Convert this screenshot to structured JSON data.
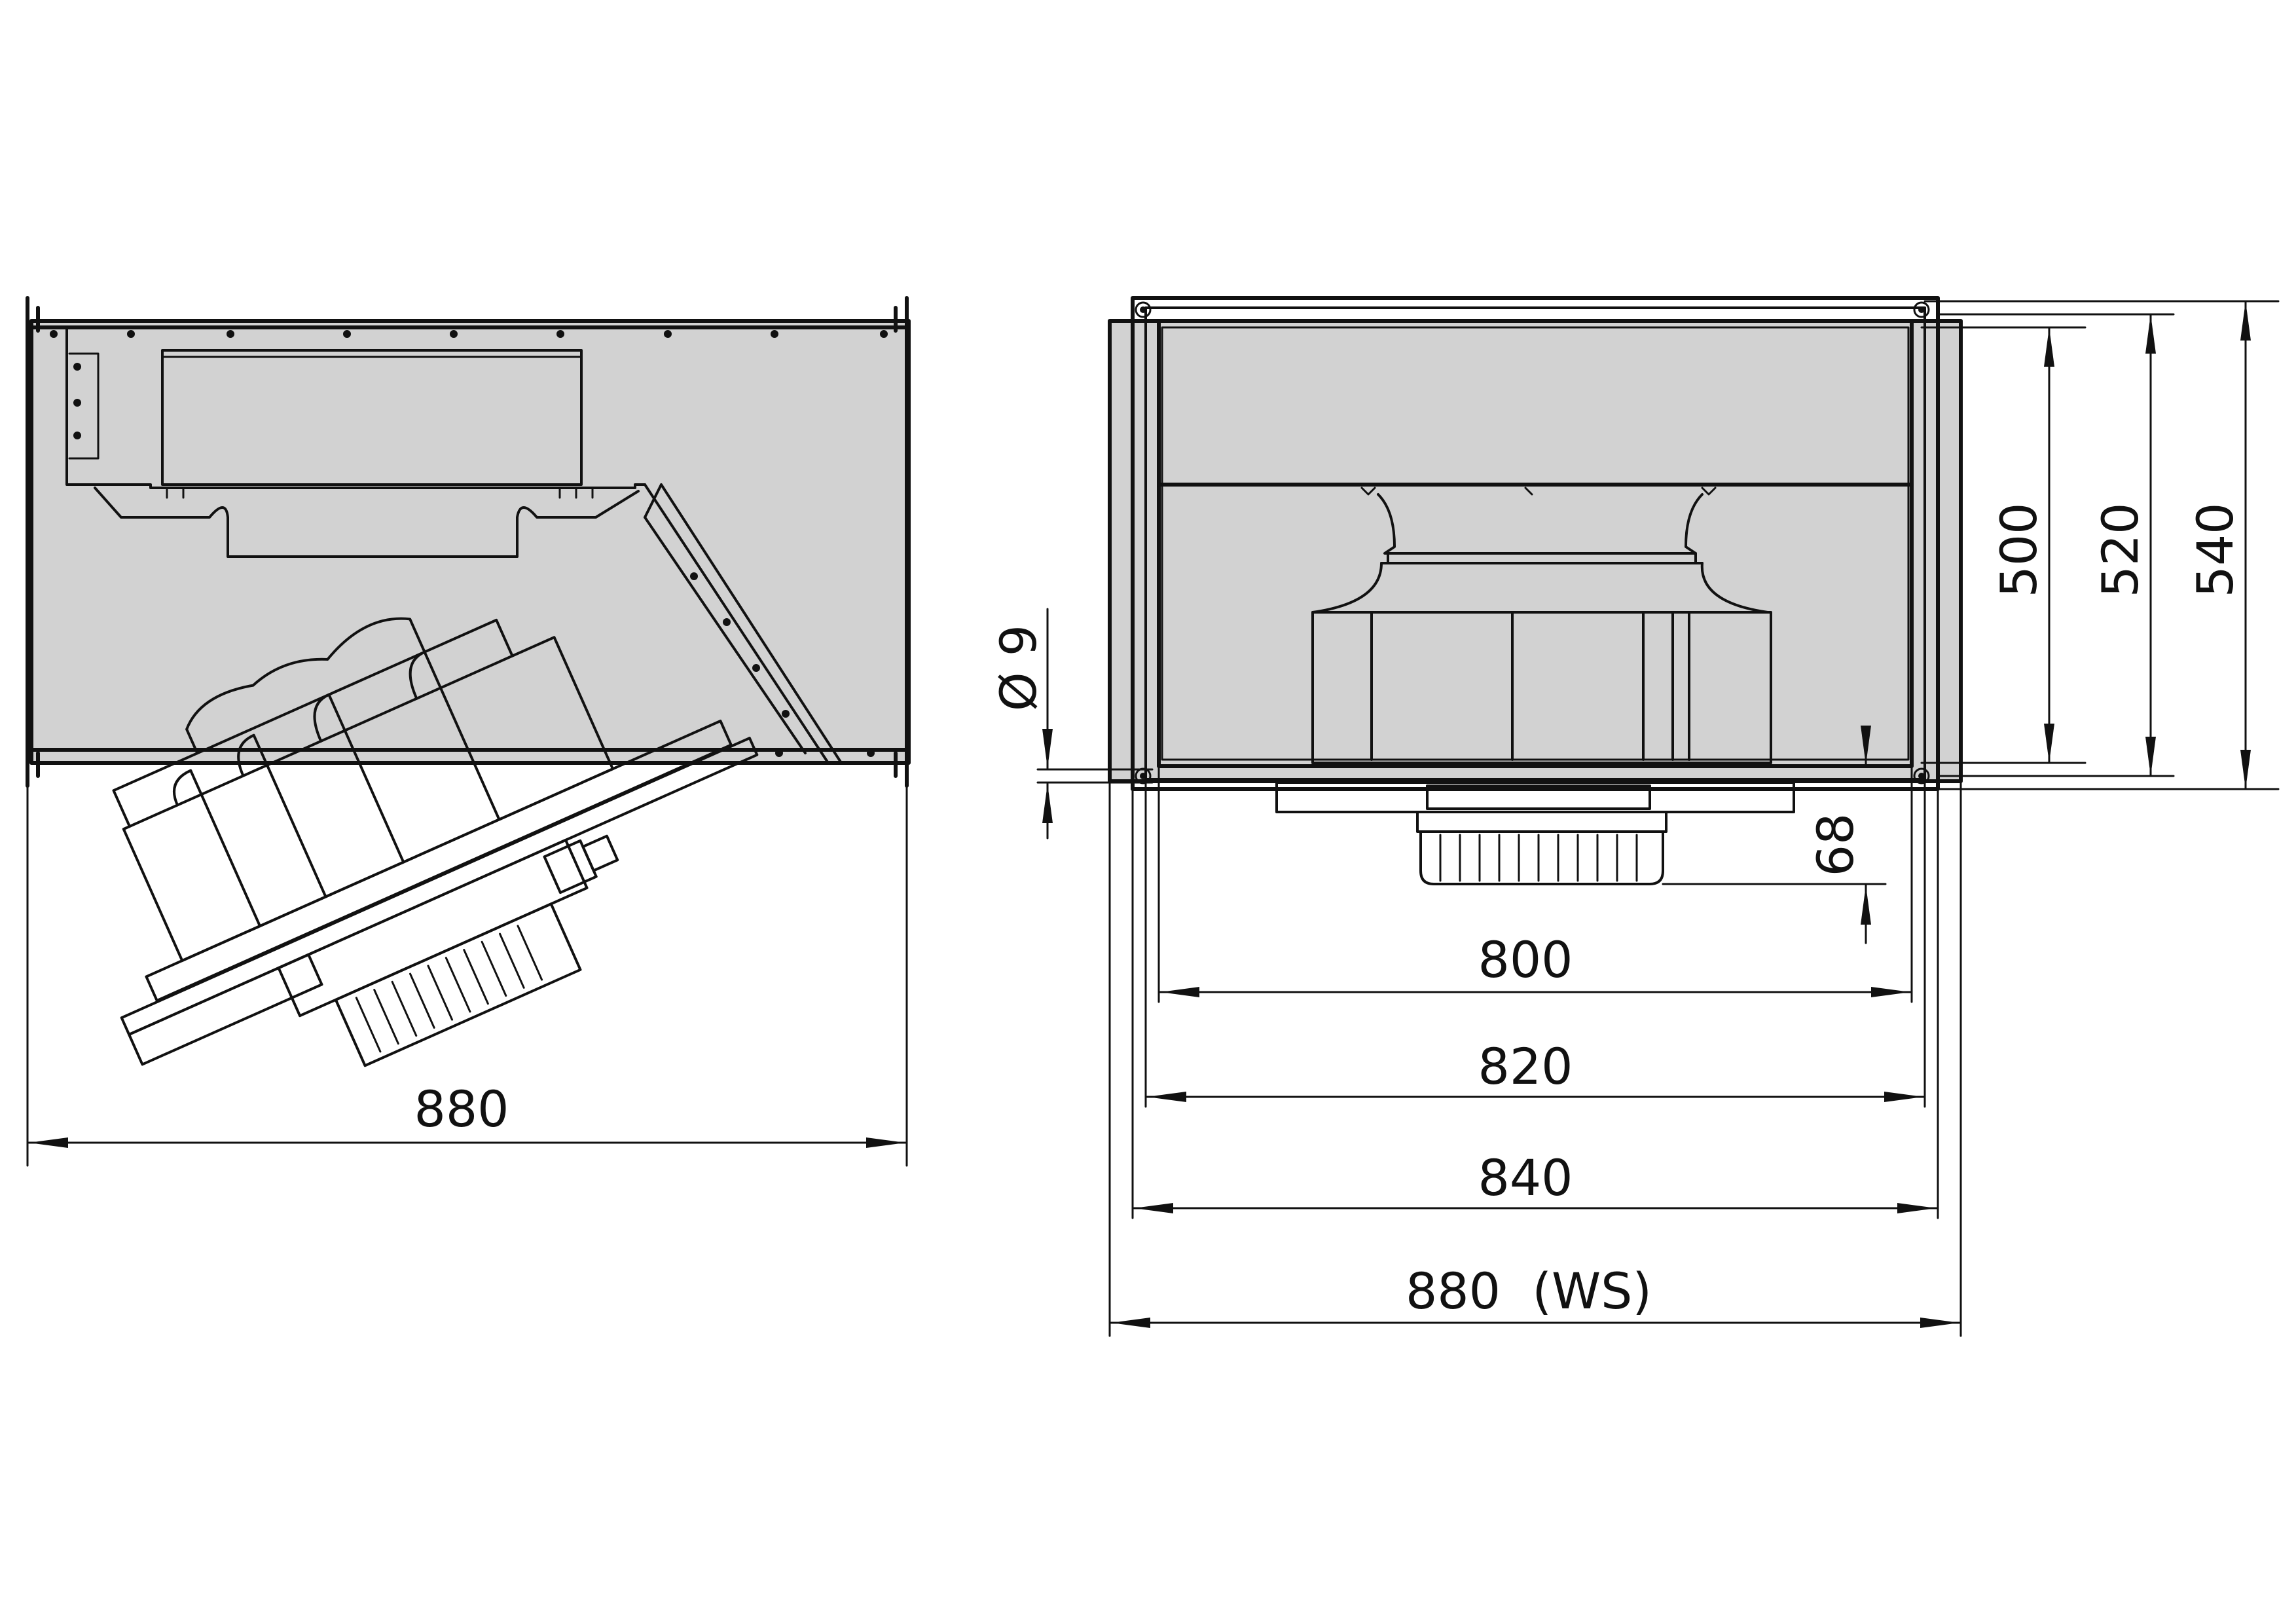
{
  "side_view": {
    "width_dim": "880"
  },
  "front_view": {
    "dim_800": "800",
    "dim_820": "820",
    "dim_840": "840",
    "dim_880_ws": "880  (WS)",
    "dim_500": "500",
    "dim_520": "520",
    "dim_540": "540",
    "dim_68": "68",
    "hole_dia": "Ø 9"
  },
  "colors": {
    "housing_fill": "#d2d2d2",
    "line": "#111111"
  }
}
